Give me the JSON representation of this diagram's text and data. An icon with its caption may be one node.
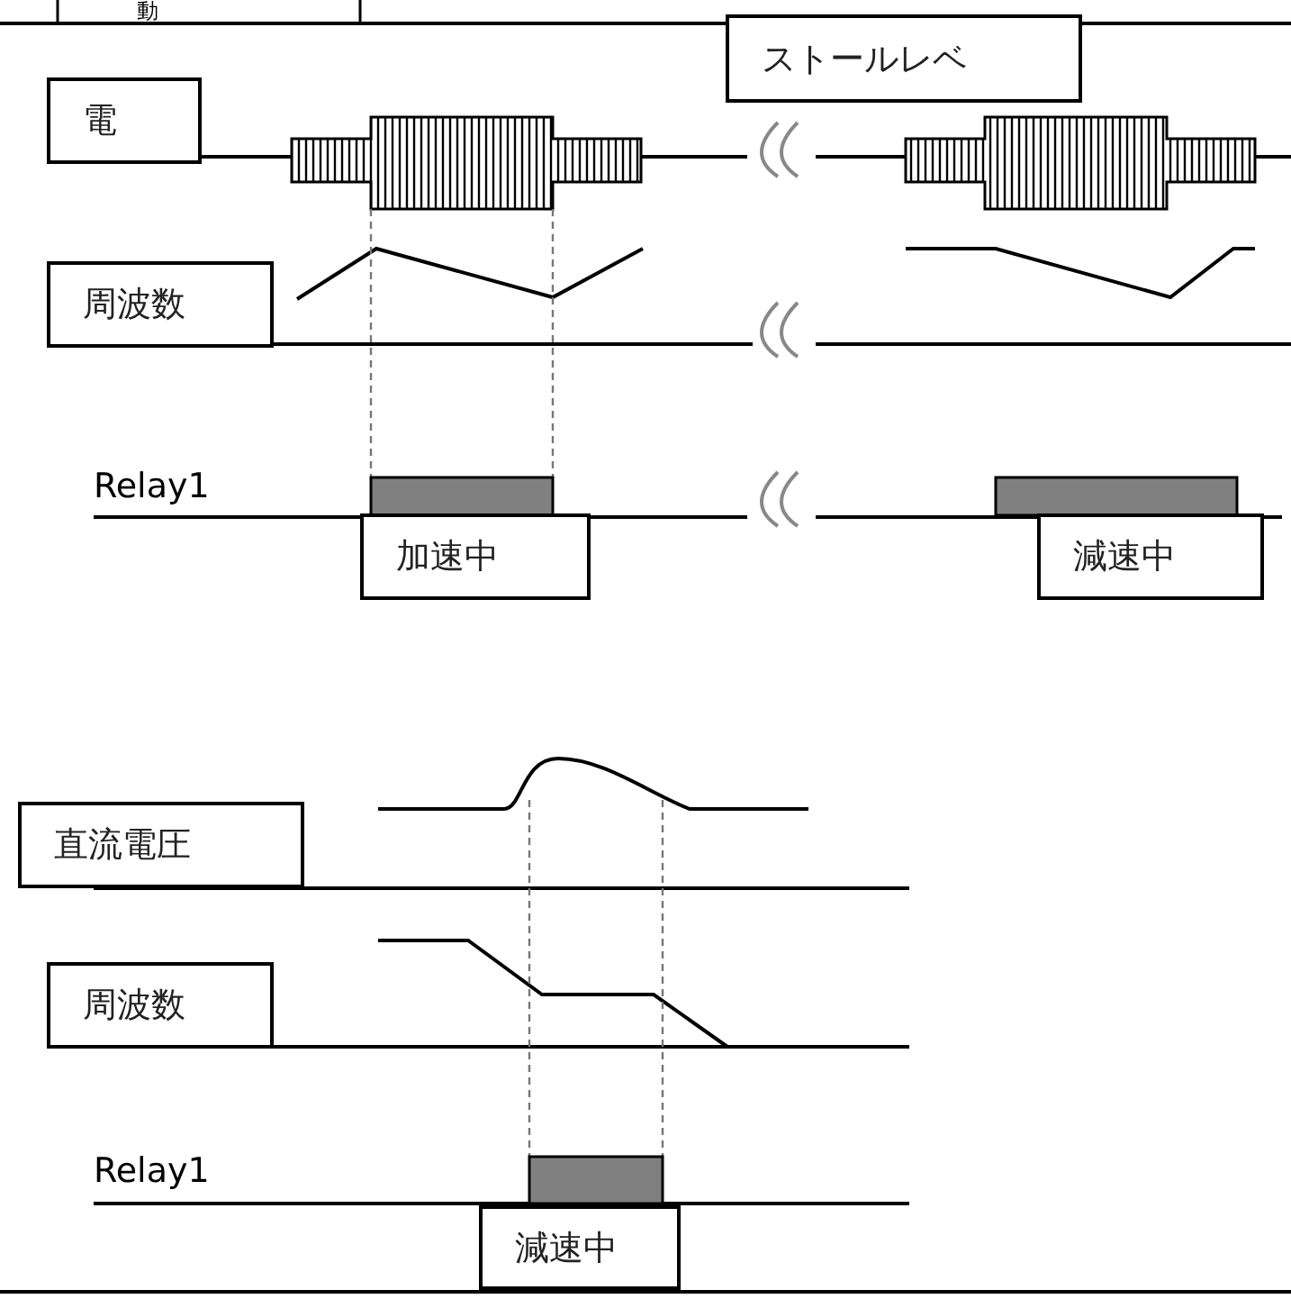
{
  "diagram": {
    "nodes": [
      {
        "text": [
          "ストールレベ"
        ]
      },
      {
        "text": [
          "電"
        ]
      },
      {
        "text": [
          "周波数"
        ]
      },
      {
        "text": [
          "加速中"
        ]
      },
      {
        "text": [
          "減速中"
        ]
      },
      {
        "text": [
          "直流電圧"
        ]
      },
      {
        "text": [
          "周波数"
        ]
      },
      {
        "text": [
          "減速中"
        ]
      }
    ],
    "labels": [
      "動",
      "Relay1",
      "Relay1"
    ]
  }
}
